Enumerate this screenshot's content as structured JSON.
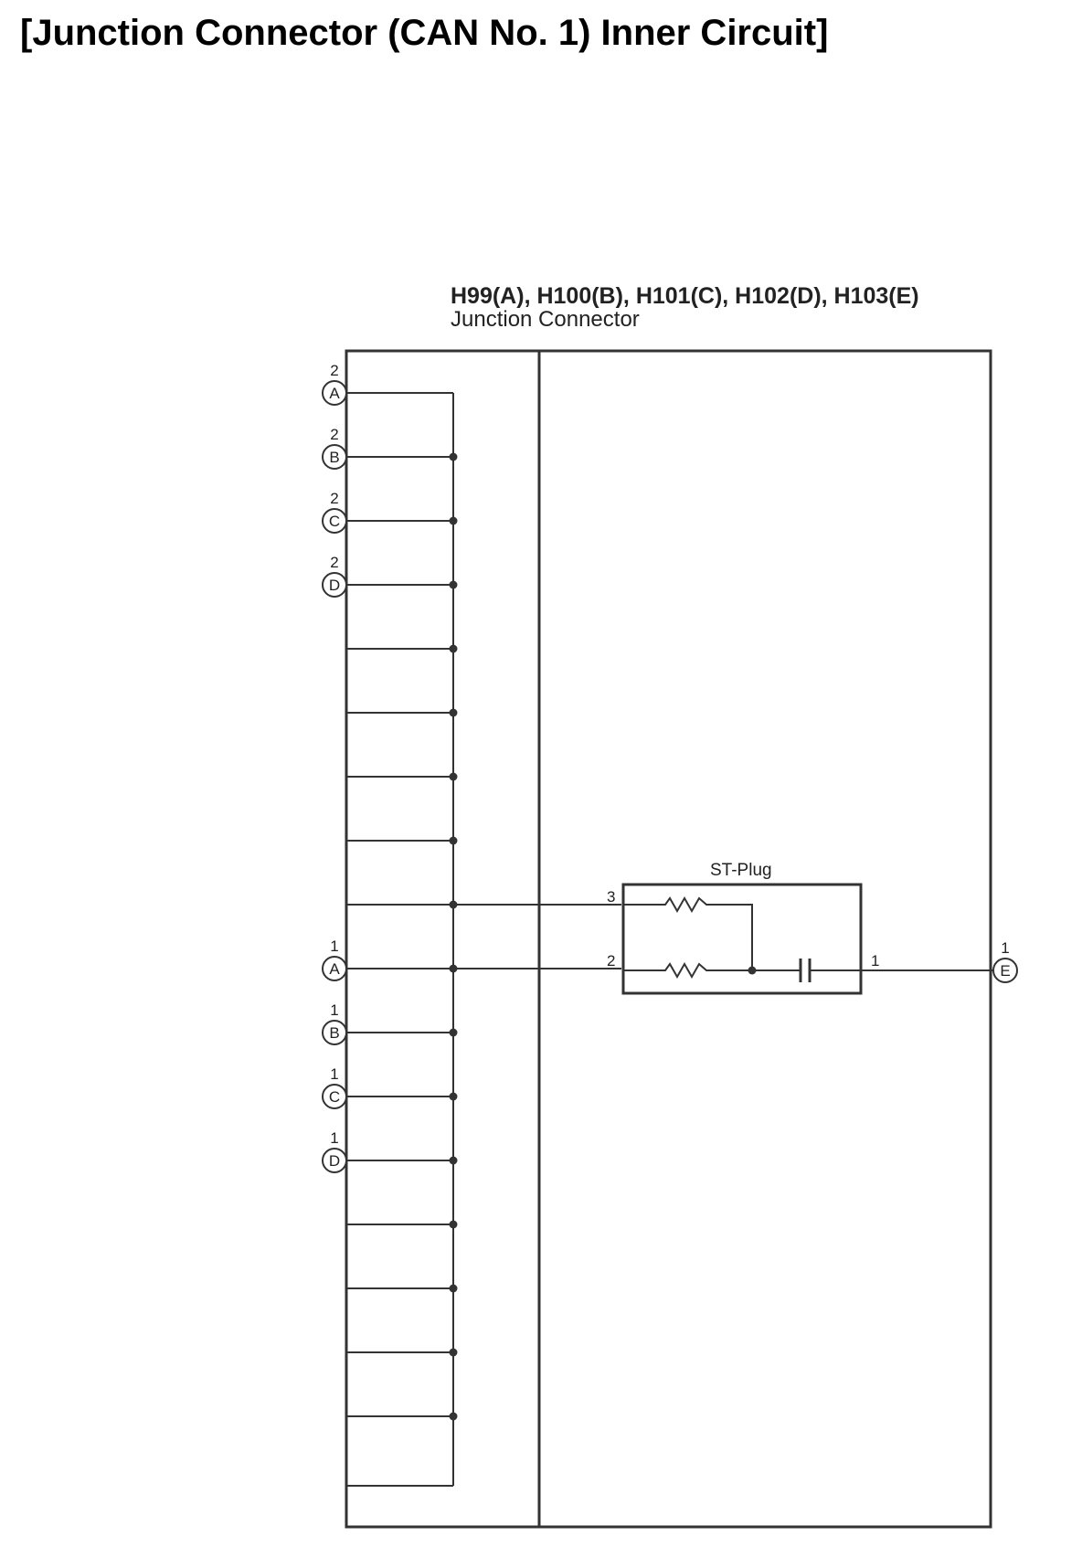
{
  "title": "[Junction Connector (CAN No. 1) Inner Circuit]",
  "connector": {
    "part_numbers": "H99(A), H100(B), H101(C), H102(D), H103(E)",
    "name": "Junction Connector"
  },
  "st_plug": {
    "label": "ST-Plug",
    "pins": [
      "3",
      "2",
      "1"
    ]
  },
  "terminals": [
    {
      "letter": "A",
      "pin": "2"
    },
    {
      "letter": "B",
      "pin": "2"
    },
    {
      "letter": "C",
      "pin": "2"
    },
    {
      "letter": "D",
      "pin": "2"
    },
    {
      "letter": "A",
      "pin": "1"
    },
    {
      "letter": "B",
      "pin": "1"
    },
    {
      "letter": "C",
      "pin": "1"
    },
    {
      "letter": "D",
      "pin": "1"
    },
    {
      "letter": "E",
      "pin": "1"
    }
  ]
}
